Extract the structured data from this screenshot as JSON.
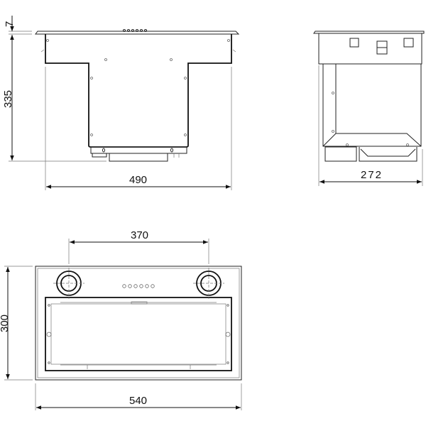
{
  "front_view": {
    "top_thickness": "7",
    "height": "335",
    "width": "490"
  },
  "side_view": {
    "depth": "272"
  },
  "bottom_view": {
    "duct_spacing": "370",
    "depth": "300",
    "width": "540"
  },
  "colors": {
    "line": "#111111",
    "background": "#ffffff"
  }
}
